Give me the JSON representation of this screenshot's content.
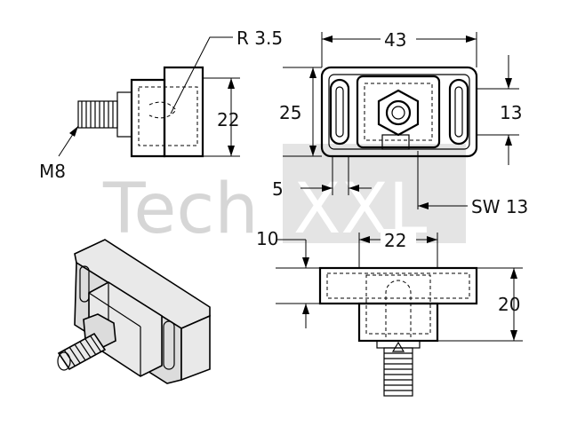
{
  "watermark": {
    "text_left": "Tech",
    "text_right": "XXL",
    "color": "#d6d6d6"
  },
  "dimensions": {
    "radius": "R 3.5",
    "thread": "M8",
    "height_side": "22",
    "width_top": "43",
    "height_top": "25",
    "slot_width": "13",
    "offset": "5",
    "wrench": "SW 13",
    "offset_front": "10",
    "width_front": "22",
    "height_front": "20"
  },
  "colors": {
    "line": "#000000",
    "background": "#ffffff"
  }
}
